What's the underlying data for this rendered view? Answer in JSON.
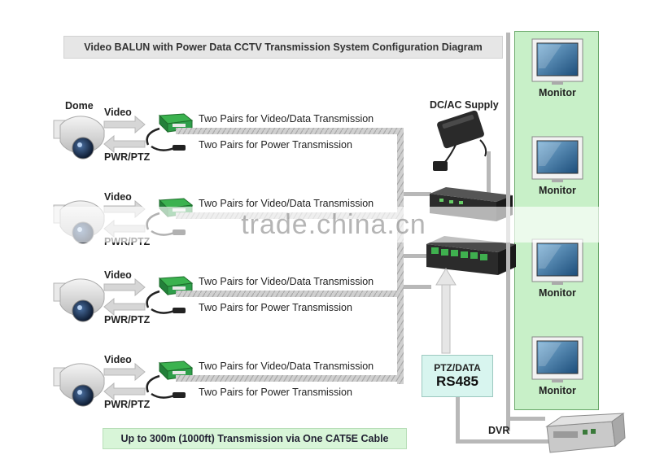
{
  "title": "Video BALUN with Power Data CCTV Transmission System Configuration Diagram",
  "footer": "Up to 300m (1000ft) Transmission via One CAT5E Cable",
  "cameras": [
    {
      "camera_label": "Dome",
      "video_label": "Video",
      "power_label": "PWR/PTZ",
      "pair_video_label": "Two Pairs for Video/Data Transmission",
      "pair_power_label": "Two Pairs for Power Transmission"
    },
    {
      "camera_label": "",
      "video_label": "Video",
      "power_label": "PWR/PTZ",
      "pair_video_label": "Two Pairs for Video/Data Transmission",
      "pair_power_label": ""
    },
    {
      "camera_label": "",
      "video_label": "Video",
      "power_label": "PWR/PTZ",
      "pair_video_label": "Two Pairs for Video/Data Transmission",
      "pair_power_label": "Two Pairs for Power Transmission"
    },
    {
      "camera_label": "",
      "video_label": "Video",
      "power_label": "PWR/PTZ",
      "pair_video_label": "Two Pairs for Video/Data Transmission",
      "pair_power_label": "Two Pairs for Power Transmission"
    }
  ],
  "supply_label": "DC/AC Supply",
  "ptz_label": "PTZ/DATA",
  "rs485_label": "RS485",
  "dvr_label": "DVR",
  "monitors": [
    "Monitor",
    "Monitor",
    "Monitor",
    "Monitor"
  ],
  "watermark": "trade.china.cn",
  "colors": {
    "monitor_panel": "#c8f0c8",
    "footer_bg": "#d8f5d8",
    "title_bg": "#e6e6e6",
    "balun_green": "#2e9e4a",
    "cable_gray": "#b4b4b4"
  }
}
